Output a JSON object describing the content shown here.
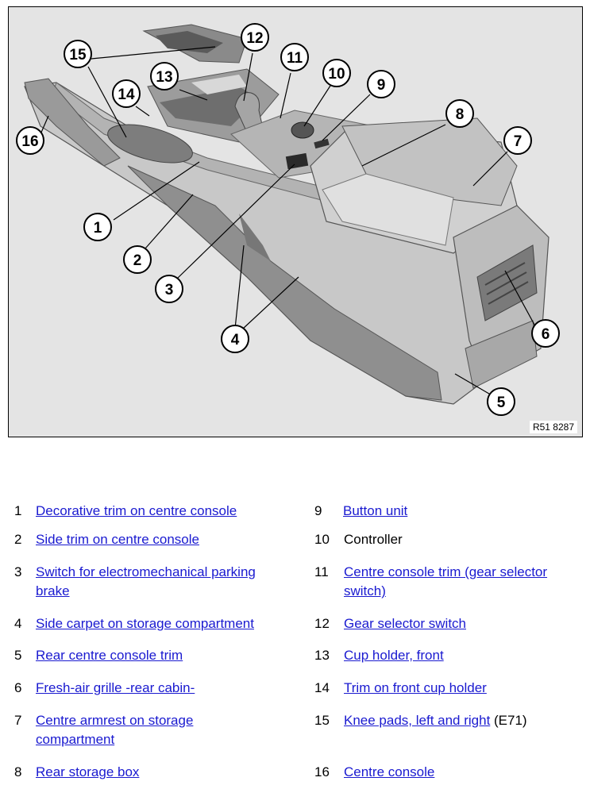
{
  "figure": {
    "figure_id": "R51 8287",
    "callouts": [
      "1",
      "2",
      "3",
      "4",
      "5",
      "6",
      "7",
      "8",
      "9",
      "10",
      "11",
      "12",
      "13",
      "14",
      "15",
      "16"
    ]
  },
  "legend": [
    {
      "num": "1",
      "label": "Decorative trim on centre console",
      "link": true
    },
    {
      "num": "2",
      "label": "Side trim on centre console",
      "link": true
    },
    {
      "num": "3",
      "label": "Switch for electromechanical parking brake",
      "link": true
    },
    {
      "num": "4",
      "label": "Side carpet on storage compartment",
      "link": true
    },
    {
      "num": "5",
      "label": "Rear centre console trim",
      "link": true
    },
    {
      "num": "6",
      "label": "Fresh-air grille -rear cabin-",
      "link": true
    },
    {
      "num": "7",
      "label": "Centre armrest on storage compartment",
      "link": true
    },
    {
      "num": "8",
      "label": "Rear storage box",
      "link": true
    },
    {
      "num": "9",
      "label": "Button unit",
      "link": true
    },
    {
      "num": "10",
      "label": "Controller",
      "link": false
    },
    {
      "num": "11",
      "label": "Centre console trim (gear selector switch)",
      "link": true
    },
    {
      "num": "12",
      "label": "Gear selector switch",
      "link": true
    },
    {
      "num": "13",
      "label": "Cup holder, front",
      "link": true
    },
    {
      "num": "14",
      "label": "Trim on front cup holder",
      "link": true
    },
    {
      "num": "15",
      "label": "Knee pads, left and right",
      "link": true,
      "suffix": " (E71)"
    },
    {
      "num": "16",
      "label": "Centre console",
      "link": true
    }
  ]
}
